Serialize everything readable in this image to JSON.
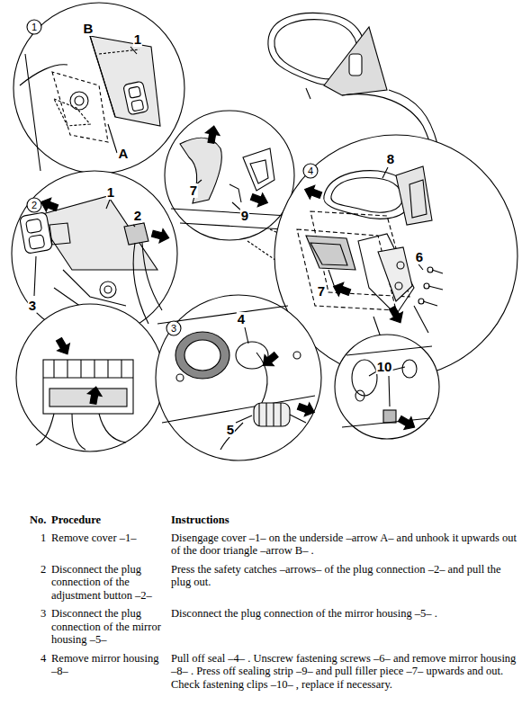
{
  "diagram": {
    "labels": [
      "1",
      "B",
      "1",
      "A",
      "8",
      "7",
      "9",
      "4",
      "6",
      "7",
      "2",
      "1",
      "2",
      "3",
      "3",
      "4",
      "5",
      "10",
      "No.",
      "Procedure",
      "Instructions",
      "1",
      "Remove cover –1–",
      "Disengage cover –1– on the underside –arrow A– and unhook it upwards out of the door triangle –arrow B– .",
      "2",
      "Disconnect the plug connection of the adjustment button –2–",
      "Press the safety catches –arrows– of the plug connection –2– and pull the plug out.",
      "3",
      "Disconnect the plug connection of the mirror housing –5–",
      "Disconnect the plug connection of the mirror housing –5– .",
      "4",
      "Remove mirror housing –8–",
      "Pull off seal –4– . Unscrew fastening screws –6– and remove mirror housing –8– . Press off sealing strip –9– and pull filler piece –7– upwards and out. Check fastening clips –10– , replace if necessary."
    ]
  }
}
